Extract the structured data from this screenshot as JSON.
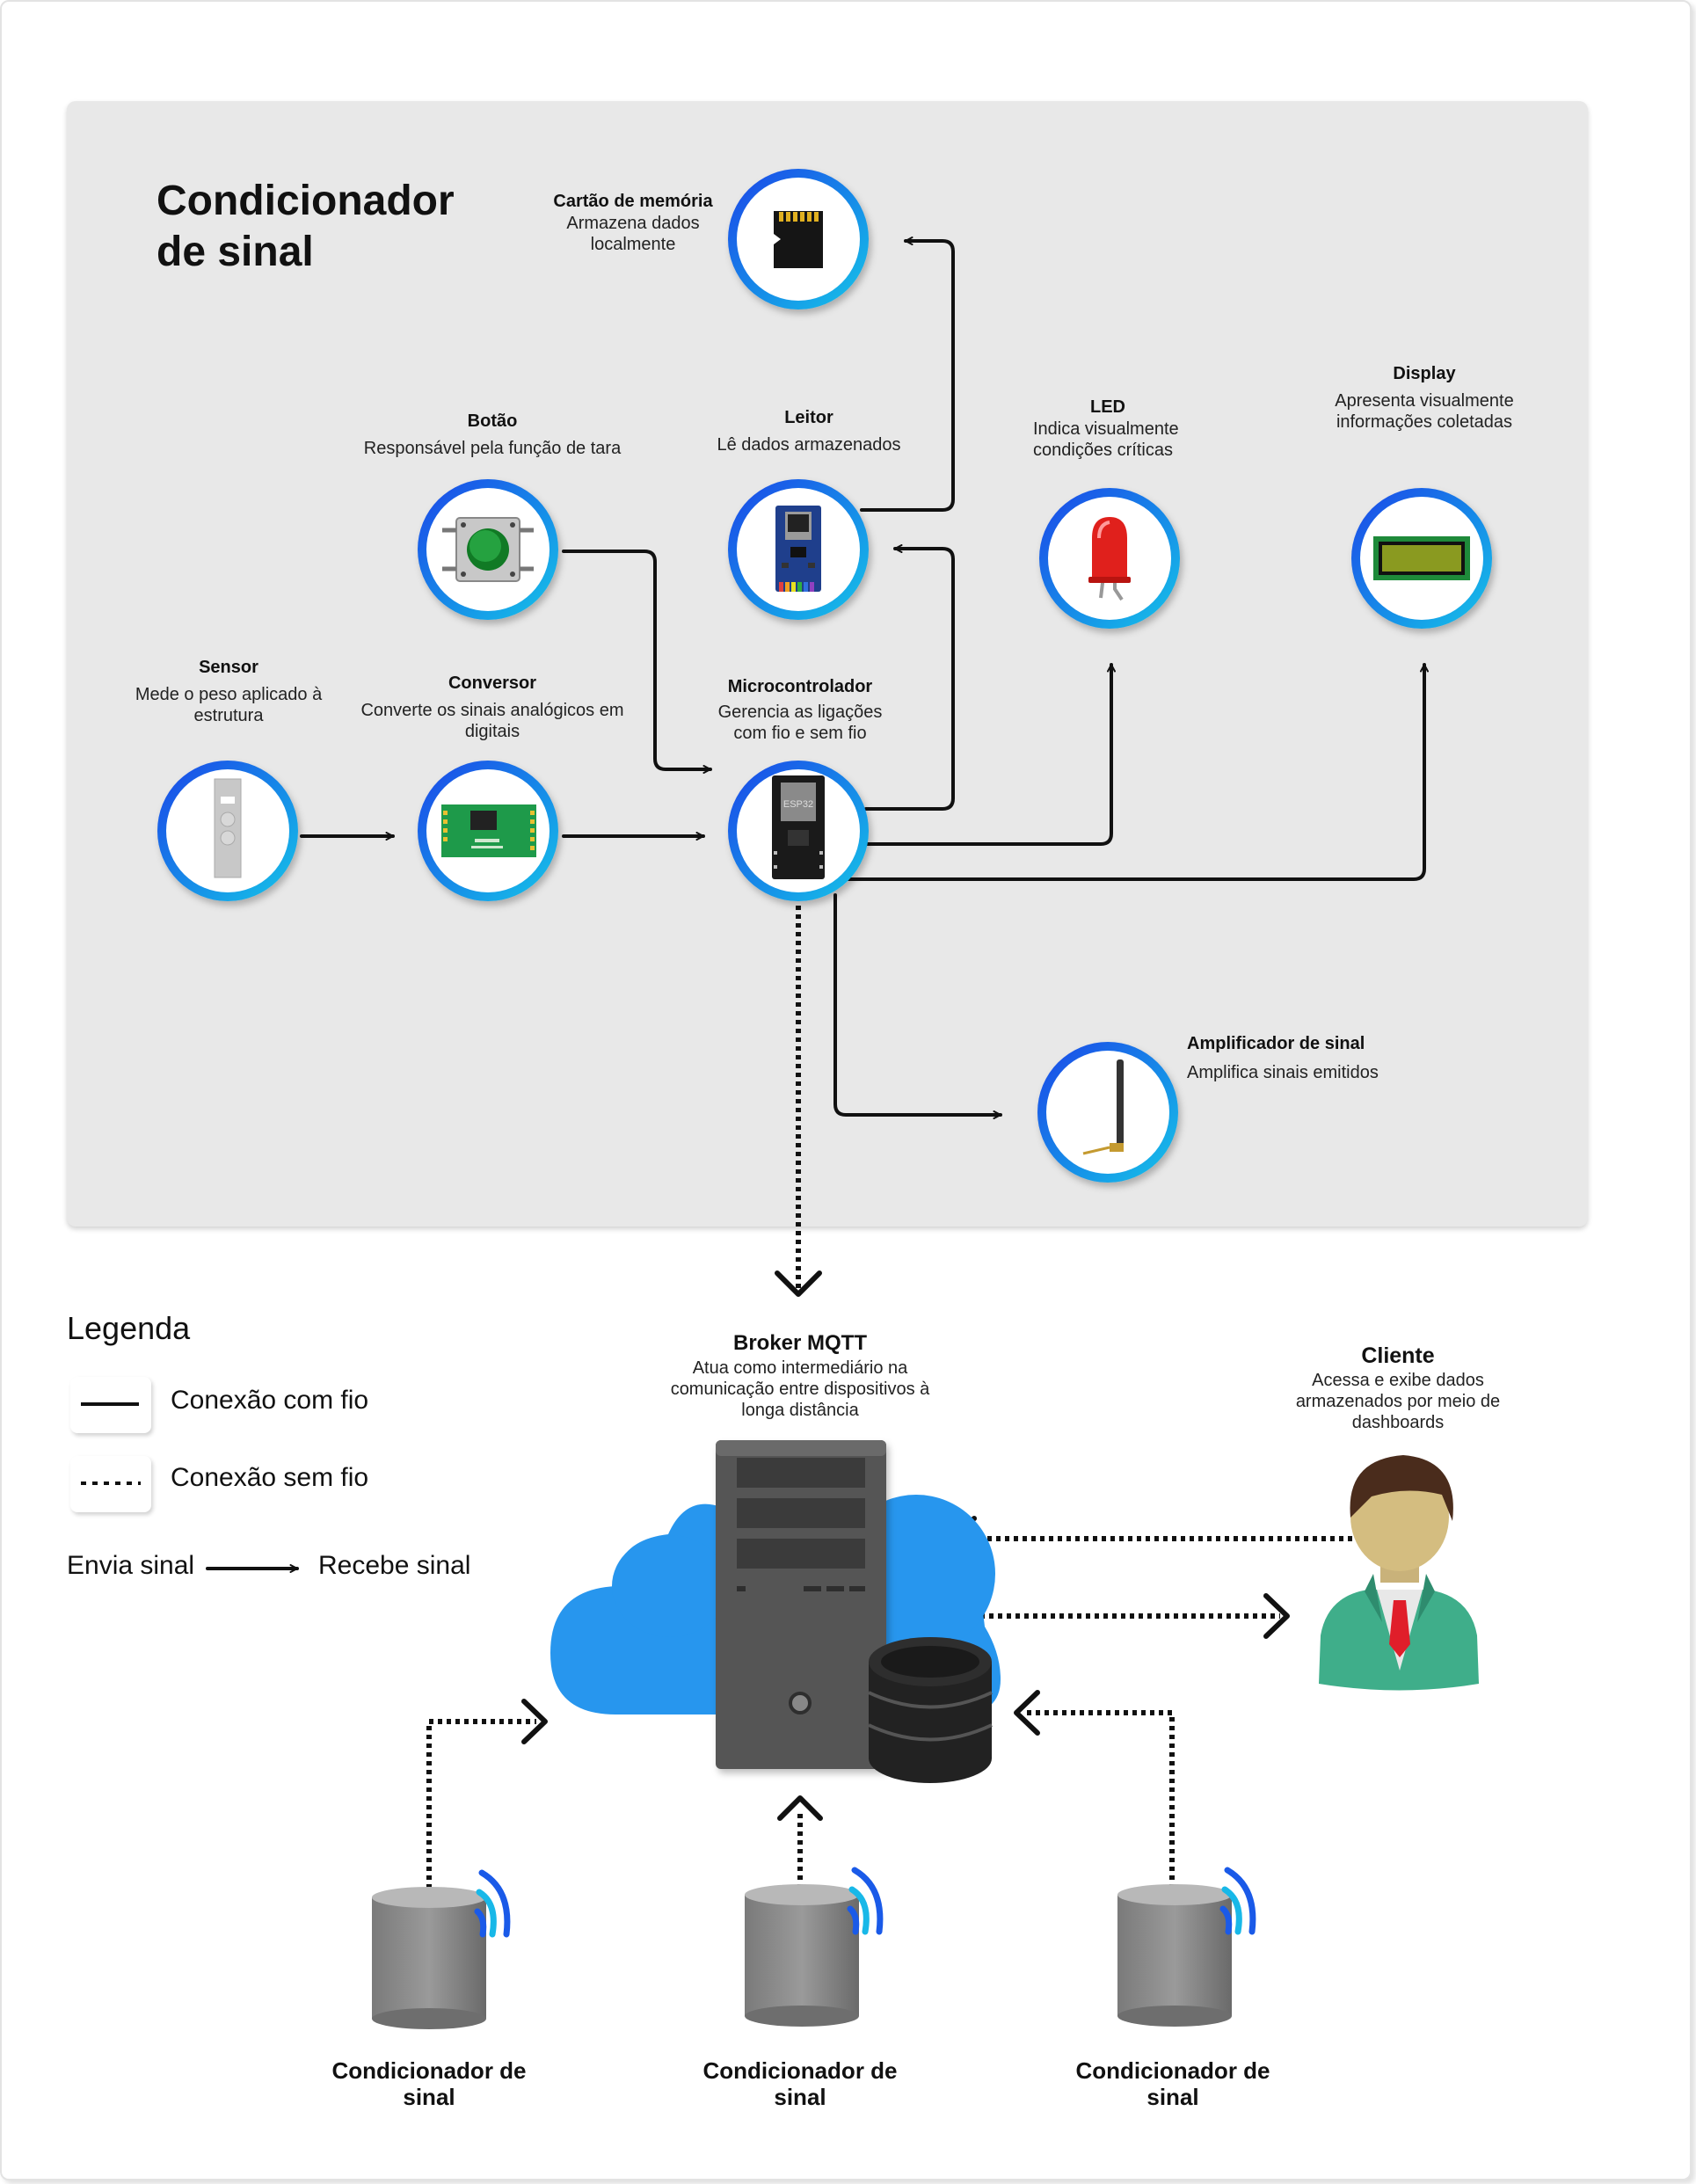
{
  "title": "Condicionador de sinal",
  "components": {
    "memory_card": {
      "title": "Cartão de memória",
      "desc": "Armazena dados localmente"
    },
    "button": {
      "title": "Botão",
      "desc": "Responsável pela função de tara"
    },
    "reader": {
      "title": "Leitor",
      "desc": "Lê dados armazenados"
    },
    "led": {
      "title": "LED",
      "desc": "Indica visualmente condições críticas"
    },
    "display": {
      "title": "Display",
      "desc": "Apresenta visualmente informações coletadas"
    },
    "sensor": {
      "title": "Sensor",
      "desc": "Mede o peso aplicado à estrutura"
    },
    "converter": {
      "title": "Conversor",
      "desc": "Converte os sinais analógicos em digitais"
    },
    "microcontroller": {
      "title": "Microcontrolador",
      "desc": "Gerencia as ligações com fio e sem fio",
      "chip_label": "ESP32"
    },
    "amplifier": {
      "title": "Amplificador de sinal",
      "desc": "Amplifica sinais emitidos"
    }
  },
  "legend": {
    "title": "Legenda",
    "wired": "Conexão com fio",
    "wireless": "Conexão sem fio",
    "sends": "Envia sinal",
    "receives": "Recebe sinal"
  },
  "broker": {
    "title": "Broker MQTT",
    "desc": "Atua como intermediário na comunicação entre dispositivos à longa distância"
  },
  "client": {
    "title": "Cliente",
    "desc": "Acessa e exibe dados armazenados por meio de dashboards"
  },
  "conditioners": [
    {
      "label": "Condicionador de sinal"
    },
    {
      "label": "Condicionador de sinal"
    },
    {
      "label": "Condicionador de sinal"
    }
  ],
  "colors": {
    "ring_outer": "#1a5ae8",
    "ring_inner": "#19b8e8",
    "panel": "#e8e8e8",
    "cloud": "#2796ee",
    "server": "#555555",
    "led": "#e0201c",
    "pcb_green": "#1e9a4a",
    "pcb_blue": "#1f3f8c"
  }
}
